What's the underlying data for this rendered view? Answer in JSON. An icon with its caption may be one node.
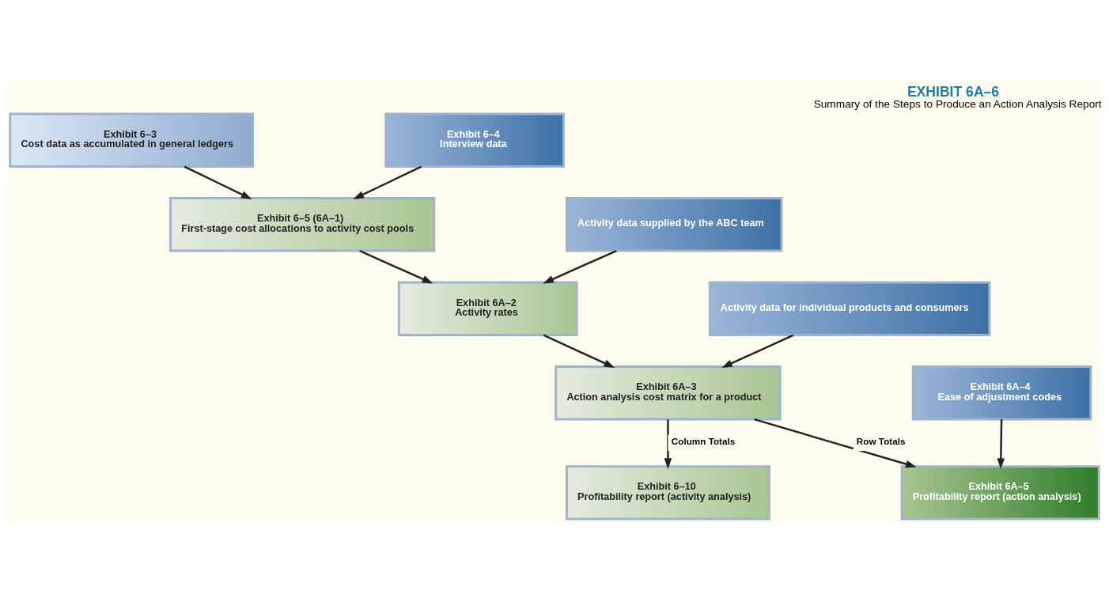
{
  "diagram": {
    "title": "EXHIBIT 6A–6",
    "caption": "Summary of the Steps to Produce an Action Analysis Report",
    "nodes": [
      {
        "text": [
          "Exhibit 6–3",
          "Cost data as accumulated in general ledgers"
        ]
      },
      {
        "text": [
          "Exhibit 6–4",
          "Interview data"
        ]
      },
      {
        "text": [
          "Exhibit 6–5 (6A–1)",
          "First-stage cost allocations to activity cost pools"
        ]
      },
      {
        "text": [
          "Activity data supplied by the ABC team"
        ]
      },
      {
        "text": [
          "Exhibit 6A–2",
          "Activity rates"
        ]
      },
      {
        "text": [
          "Activity data for individual products and consumers"
        ]
      },
      {
        "text": [
          "Exhibit 6A–3",
          "Action analysis cost matrix for a product"
        ]
      },
      {
        "text": [
          "Exhibit 6A–4",
          "Ease of adjustment codes"
        ]
      },
      {
        "text": [
          "Exhibit 6–10",
          "Profitability report (activity analysis)"
        ]
      },
      {
        "text": [
          "Exhibit 6A–5",
          "Profitability report (action analysis)"
        ]
      }
    ],
    "edges": [
      {
        "from": 0,
        "to": 2,
        "arrow": "to"
      },
      {
        "from": 1,
        "to": 2,
        "arrow": "to"
      },
      {
        "from": 2,
        "to": 4,
        "arrow": "to"
      },
      {
        "from": 3,
        "to": 4,
        "arrow": "to"
      },
      {
        "from": 4,
        "to": 6,
        "arrow": "to"
      },
      {
        "from": 5,
        "to": 6,
        "arrow": "to"
      },
      {
        "from": 6,
        "to": 8,
        "label": "Column Totals",
        "arrow": "to"
      },
      {
        "from": 6,
        "to": 9,
        "label": "Row Totals",
        "arrow": "to"
      },
      {
        "from": 7,
        "to": 9,
        "arrow": "to"
      }
    ]
  }
}
